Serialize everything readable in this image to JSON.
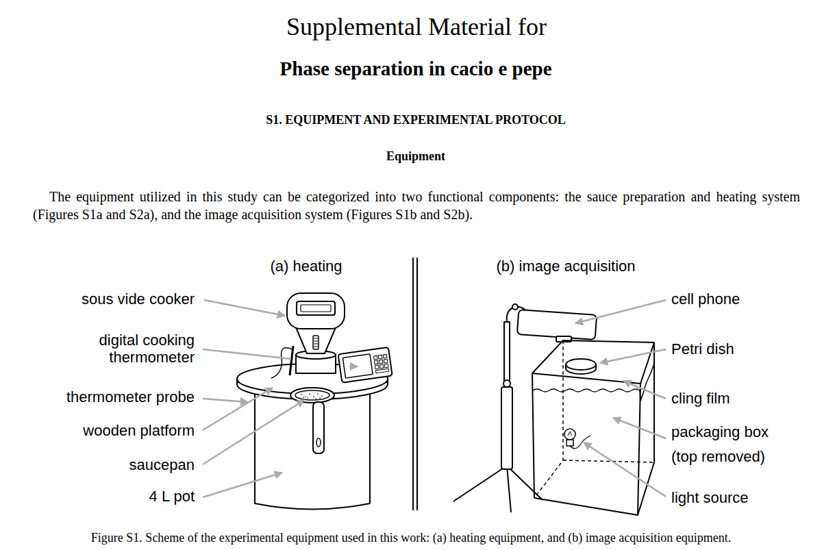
{
  "diagram": {
    "title": "Phase separation in cacio e pepe",
    "caption": "Figure S1. Scheme of the experimental equipment used in this work: (a) heating equipment, and (b) image acquisition equipment.",
    "labels": [
      "Supplemental Material for",
      "S1. EQUIPMENT AND EXPERIMENTAL PROTOCOL",
      "Equipment",
      "The equipment utilized in this study can be categorized into two functional components: the sauce preparation and heating system (Figures S1a and S2a), and the image acquisition system (Figures S1b and S2b).",
      "(a) heating",
      "(b) image acquisition",
      "sous vide cooker",
      "digital cooking thermometer",
      "thermometer probe",
      "wooden platform",
      "saucepan",
      "4 L pot",
      "cell phone",
      "Petri dish",
      "cling film",
      "packaging box (top removed)",
      "light source"
    ]
  }
}
